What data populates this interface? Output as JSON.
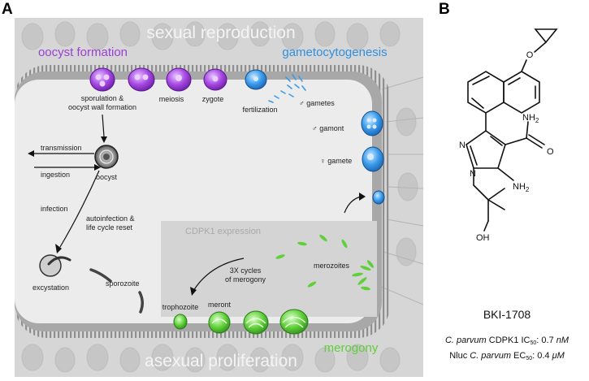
{
  "panel_a": {
    "letter": "A",
    "title_sexual": "sexual reproduction",
    "title_asexual": "asexual proliferation",
    "oocyst_formation": "oocyst formation",
    "gametocytogenesis": "gametocytogenesis",
    "merogony": "merogony",
    "cdpk1_expression": "CDPK1 expression",
    "labels": {
      "sporulation_line1": "sporulation &",
      "sporulation_line2": "oocyst wall formation",
      "meiosis": "meiosis",
      "zygote": "zygote",
      "fertilization": "fertilization",
      "male_gametes": "♂ gametes",
      "male_gamont": "♂ gamont",
      "female_gamete": "♀ gamete",
      "transmission": "transmission",
      "ingestion": "ingestion",
      "oocyst": "oocyst",
      "infection": "infection",
      "autoinfection_line1": "autoinfection &",
      "autoinfection_line2": "life cycle reset",
      "excystation": "excystation",
      "sporozoite": "sporozoite",
      "merozoites": "merozoites",
      "cycles_line1": "3X cycles",
      "cycles_line2": "of merogony",
      "trophozoite": "trophozoite",
      "meront": "meront"
    }
  },
  "panel_b": {
    "letter": "B",
    "compound_name": "BKI-1708",
    "atoms": {
      "nh2_amide": "NH",
      "nh2_amine": "NH",
      "o_amide": "O",
      "n1": "N",
      "n2": "N",
      "oh": "OH",
      "o_ether": "O",
      "sub2": "2"
    },
    "ic50": {
      "species": "C. parvum",
      "text": " CDPK1 IC",
      "sub": "50",
      "value": ": 0.7 ",
      "unit": "nM"
    },
    "ec50": {
      "prefix": "Nluc ",
      "species": "C. parvum",
      "text": " EC",
      "sub": "50",
      "value": ": 0.4 ",
      "unit": "μM"
    }
  },
  "colors": {
    "purple": "#9b3fd4",
    "blue": "#2f8fe0",
    "green": "#5fcf3a",
    "tissue": "#d2d2d2",
    "lumen": "#ededed"
  }
}
